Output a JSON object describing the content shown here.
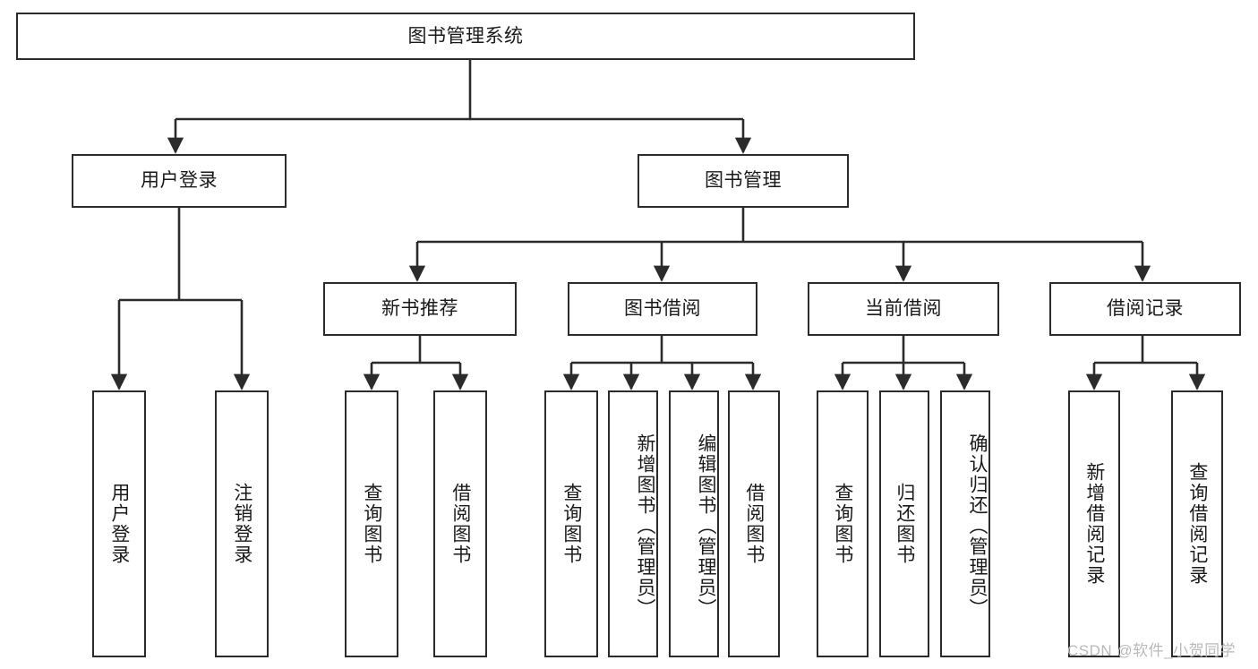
{
  "diagram": {
    "type": "tree-hierarchy-flowchart",
    "title": "图书管理系统",
    "orientation": "top-down",
    "colors": {
      "box_border": "#2b2b2b",
      "box_fill": "#ffffff",
      "connector": "#2b2b2b",
      "text": "#1a1a1a",
      "watermark": "#b9b9b9",
      "background": "#ffffff"
    },
    "root": {
      "label": "图书管理系统",
      "text_direction": "horizontal"
    },
    "level2": [
      {
        "label": "用户登录",
        "text_direction": "horizontal"
      },
      {
        "label": "图书管理",
        "text_direction": "horizontal"
      }
    ],
    "level3": [
      {
        "label": "新书推荐",
        "text_direction": "horizontal"
      },
      {
        "label": "图书借阅",
        "text_direction": "horizontal"
      },
      {
        "label": "当前借阅",
        "text_direction": "horizontal"
      },
      {
        "label": "借阅记录",
        "text_direction": "horizontal"
      }
    ],
    "leaves": {
      "user_login": [
        {
          "label": "用户登录",
          "text_direction": "vertical"
        },
        {
          "label": "注销登录",
          "text_direction": "vertical"
        }
      ],
      "new_book_recommend": [
        {
          "label": "查询图书",
          "text_direction": "vertical"
        },
        {
          "label": "借阅图书",
          "text_direction": "vertical"
        }
      ],
      "book_borrow": [
        {
          "label": "查询图书",
          "text_direction": "vertical"
        },
        {
          "label": "新增图书（管理员）",
          "text_direction": "vertical"
        },
        {
          "label": "编辑图书（管理员）",
          "text_direction": "vertical"
        },
        {
          "label": "借阅图书",
          "text_direction": "vertical"
        }
      ],
      "current_borrow": [
        {
          "label": "查询图书",
          "text_direction": "vertical"
        },
        {
          "label": "归还图书",
          "text_direction": "vertical"
        },
        {
          "label": "确认归还（管理员）",
          "text_direction": "vertical"
        }
      ],
      "borrow_records": [
        {
          "label": "新增借阅记录",
          "text_direction": "vertical"
        },
        {
          "label": "查询借阅记录",
          "text_direction": "vertical"
        }
      ]
    }
  },
  "watermark": {
    "text": "CSDN @软件_小贺同学"
  }
}
